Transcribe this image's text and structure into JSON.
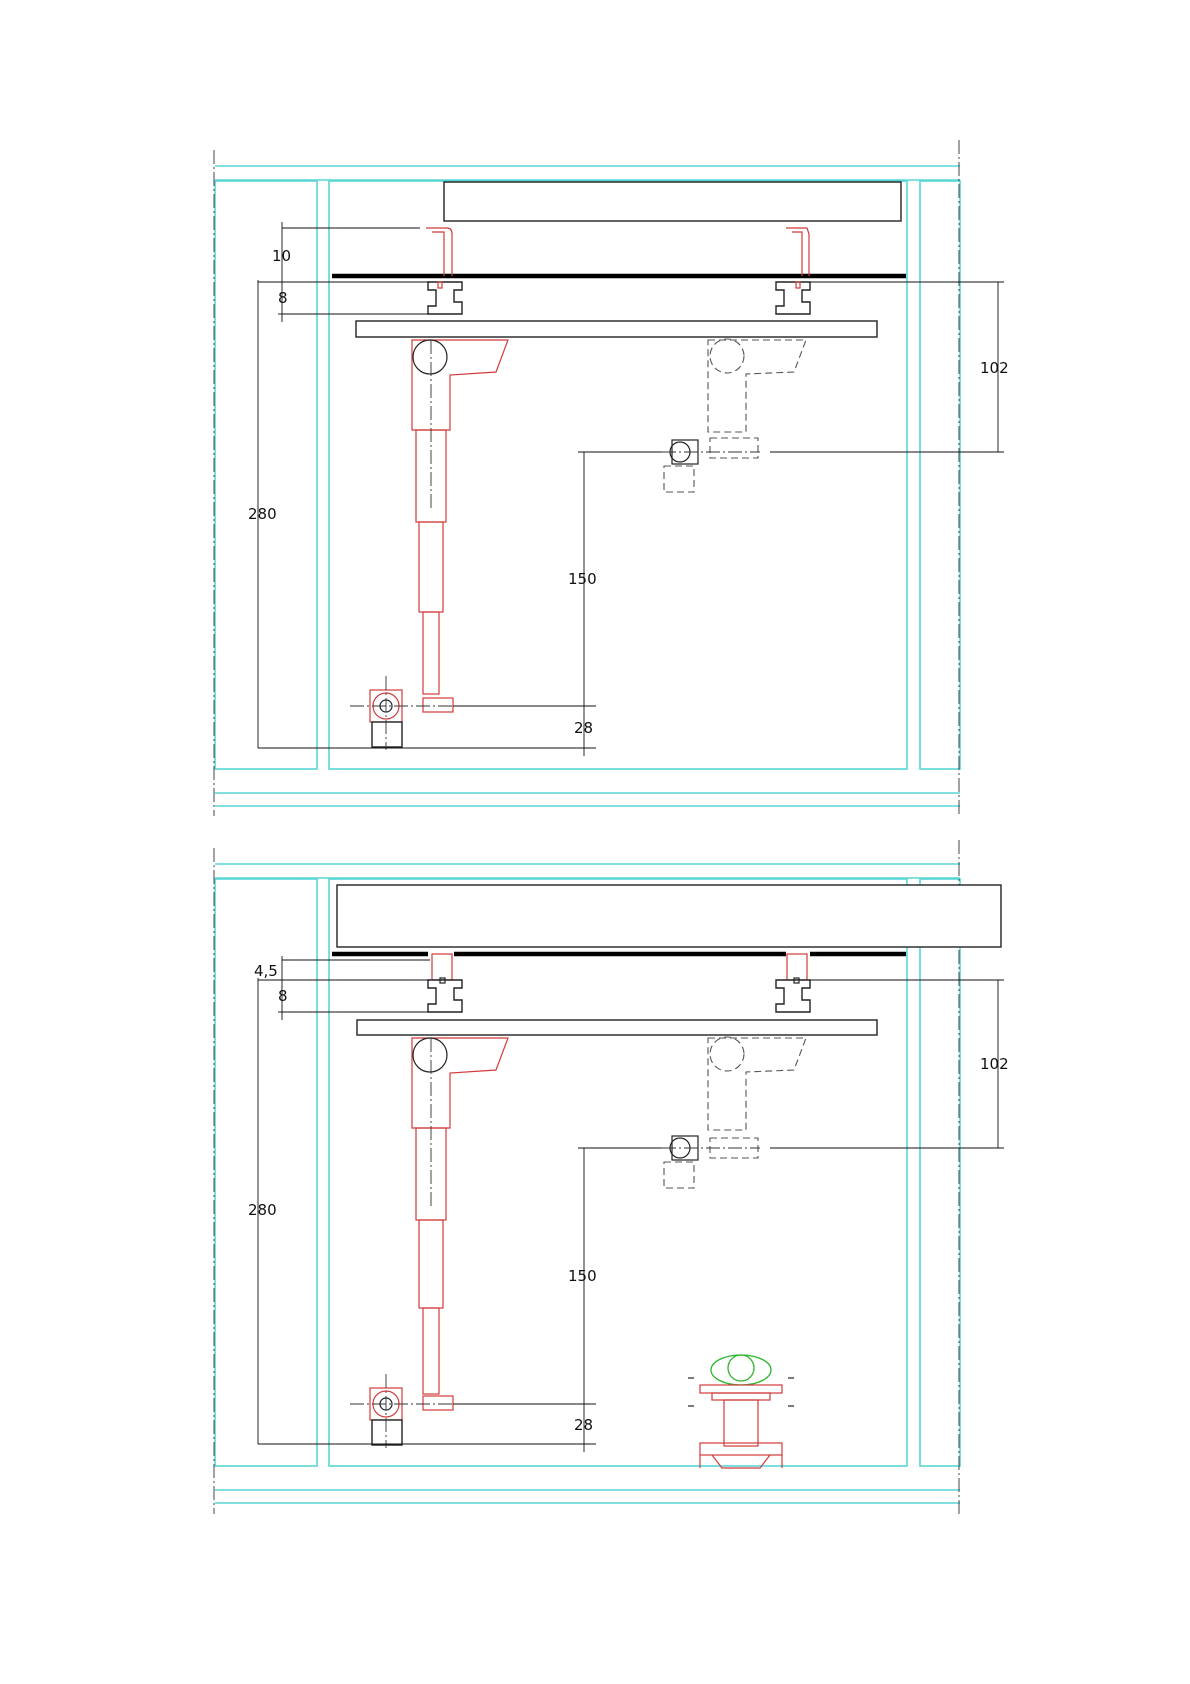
{
  "panels": [
    {
      "id": "top",
      "dimensions": {
        "rail_clearance": "10",
        "rail_height": "8",
        "bar_to_center": "102",
        "overall_height": "280",
        "vertical_offset": "150",
        "bottom_offset": "28"
      }
    },
    {
      "id": "bottom",
      "dimensions": {
        "rail_clearance": "4,5",
        "rail_height": "8",
        "bar_to_center": "102",
        "overall_height": "280",
        "vertical_offset": "150",
        "bottom_offset": "28"
      }
    }
  ],
  "colors": {
    "frame": "#59d6d6",
    "fixture": "#d23a3a",
    "line": "#222222",
    "plant": "#2bb52b"
  }
}
